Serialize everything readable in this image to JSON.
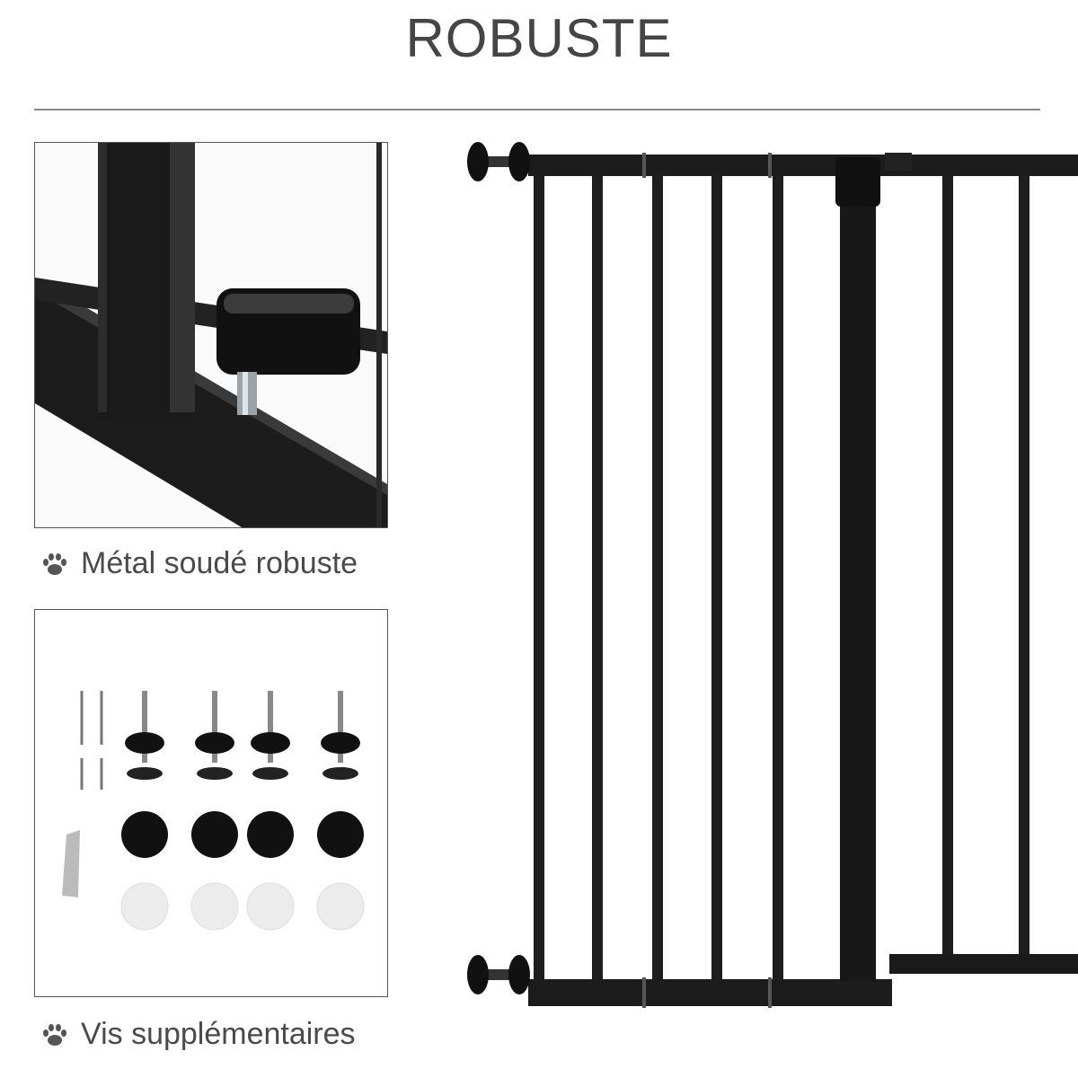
{
  "title": "ROBUSTE",
  "features": [
    {
      "icon": "paw-icon",
      "caption": "Métal soudé robuste"
    },
    {
      "icon": "paw-icon",
      "caption": "Vis supplémentaires"
    }
  ],
  "colors": {
    "text": "#454545",
    "metal": "#1a1a1a",
    "frame": "#555555"
  }
}
